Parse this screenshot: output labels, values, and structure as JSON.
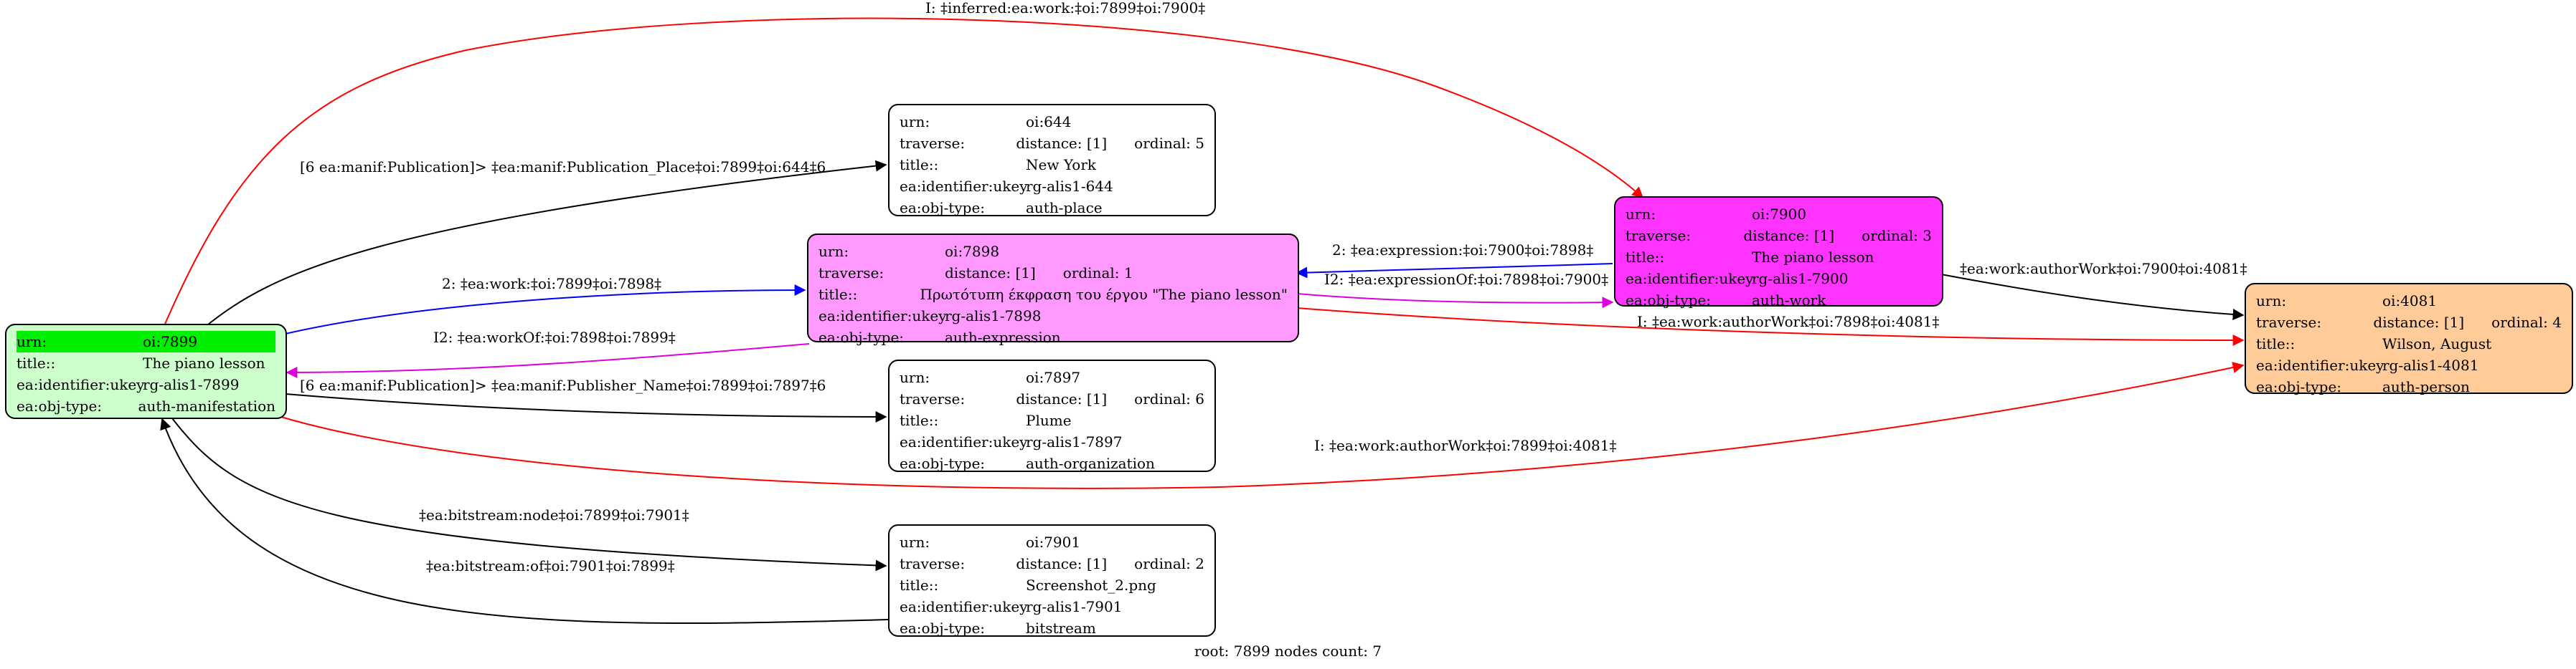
{
  "colors": {
    "root_fill": "#ccffcc",
    "root_highlight": "#00ee00",
    "expression_fill": "#ff99ff",
    "work_fill": "#ff33ff",
    "person_fill": "#ffcc99",
    "plain_fill": "#ffffff",
    "edge_red": "#ff0000",
    "edge_blue": "#0000ff",
    "edge_magenta": "#dd00dd",
    "edge_black": "#000000"
  },
  "nodes": {
    "n7899": {
      "rows": [
        {
          "k": "urn:",
          "v": "oi:7899"
        },
        {
          "k": "title::",
          "v": "The piano lesson"
        },
        {
          "k": "ea:identifier:ukey",
          "v": "rg-alis1-7899"
        },
        {
          "k": "ea:obj-type:",
          "v": "auth-manifestation"
        }
      ]
    },
    "n644": {
      "rows": [
        {
          "k": "urn:",
          "v": "oi:644"
        },
        {
          "k": "traverse:",
          "v": "distance: [1]",
          "o": "ordinal: 5"
        },
        {
          "k": "title::",
          "v": "New York"
        },
        {
          "k": "ea:identifier:ukey",
          "v": "rg-alis1-644"
        },
        {
          "k": "ea:obj-type:",
          "v": "auth-place"
        }
      ]
    },
    "n7898": {
      "rows": [
        {
          "k": "urn:",
          "v": "oi:7898"
        },
        {
          "k": "traverse:",
          "v": "distance: [1]",
          "o": "ordinal: 1"
        },
        {
          "k": "title::",
          "v": "Πρωτότυπη έκφραση του έργου \"The piano lesson\""
        },
        {
          "k": "ea:identifier:ukey",
          "v": "rg-alis1-7898"
        },
        {
          "k": "ea:obj-type:",
          "v": "auth-expression"
        }
      ]
    },
    "n7897": {
      "rows": [
        {
          "k": "urn:",
          "v": "oi:7897"
        },
        {
          "k": "traverse:",
          "v": "distance: [1]",
          "o": "ordinal: 6"
        },
        {
          "k": "title::",
          "v": "Plume"
        },
        {
          "k": "ea:identifier:ukey",
          "v": "rg-alis1-7897"
        },
        {
          "k": "ea:obj-type:",
          "v": "auth-organization"
        }
      ]
    },
    "n7901": {
      "rows": [
        {
          "k": "urn:",
          "v": "oi:7901"
        },
        {
          "k": "traverse:",
          "v": "distance: [1]",
          "o": "ordinal: 2"
        },
        {
          "k": "title::",
          "v": "Screenshot_2.png"
        },
        {
          "k": "ea:identifier:ukey",
          "v": "rg-alis1-7901"
        },
        {
          "k": "ea:obj-type:",
          "v": "bitstream"
        }
      ]
    },
    "n7900": {
      "rows": [
        {
          "k": "urn:",
          "v": "oi:7900"
        },
        {
          "k": "traverse:",
          "v": "distance: [1]",
          "o": "ordinal: 3"
        },
        {
          "k": "title::",
          "v": "The piano lesson"
        },
        {
          "k": "ea:identifier:ukey",
          "v": "rg-alis1-7900"
        },
        {
          "k": "ea:obj-type:",
          "v": "auth-work"
        }
      ]
    },
    "n4081": {
      "rows": [
        {
          "k": "urn:",
          "v": "oi:4081"
        },
        {
          "k": "traverse:",
          "v": "distance: [1]",
          "o": "ordinal: 4"
        },
        {
          "k": "title::",
          "v": "Wilson, August"
        },
        {
          "k": "ea:identifier:ukey",
          "v": "rg-alis1-4081"
        },
        {
          "k": "ea:obj-type:",
          "v": "auth-person"
        }
      ]
    }
  },
  "edges": [
    {
      "id": "e_inferred_work",
      "label": "I: ‡inferred:ea:work:‡oi:7899‡oi:7900‡",
      "color": "edge_red"
    },
    {
      "id": "e_pub_place",
      "label": "[6 ea:manif:Publication]> ‡ea:manif:Publication_Place‡oi:7899‡oi:644‡6",
      "color": "edge_black"
    },
    {
      "id": "e_work_7898",
      "label": "2: ‡ea:work:‡oi:7899‡oi:7898‡",
      "color": "edge_blue"
    },
    {
      "id": "e_workof",
      "label": "I2: ‡ea:workOf:‡oi:7898‡oi:7899‡",
      "color": "edge_magenta"
    },
    {
      "id": "e_publisher",
      "label": "[6 ea:manif:Publication]> ‡ea:manif:Publisher_Name‡oi:7899‡oi:7897‡6",
      "color": "edge_black"
    },
    {
      "id": "e_bitstream_node",
      "label": "‡ea:bitstream:node‡oi:7899‡oi:7901‡",
      "color": "edge_black"
    },
    {
      "id": "e_bitstream_of",
      "label": "‡ea:bitstream:of‡oi:7901‡oi:7899‡",
      "color": "edge_black"
    },
    {
      "id": "e_expression",
      "label": "2: ‡ea:expression:‡oi:7900‡oi:7898‡",
      "color": "edge_blue"
    },
    {
      "id": "e_expression_of",
      "label": "I2: ‡ea:expressionOf:‡oi:7898‡oi:7900‡",
      "color": "edge_magenta"
    },
    {
      "id": "e_author_work",
      "label": "‡ea:work:authorWork‡oi:7900‡oi:4081‡",
      "color": "edge_black"
    },
    {
      "id": "e_author_7898",
      "label": "I: ‡ea:work:authorWork‡oi:7898‡oi:4081‡",
      "color": "edge_red"
    },
    {
      "id": "e_author_7899",
      "label": "I: ‡ea:work:authorWork‡oi:7899‡oi:4081‡",
      "color": "edge_red"
    }
  ],
  "footer": "root: 7899 nodes count: 7"
}
